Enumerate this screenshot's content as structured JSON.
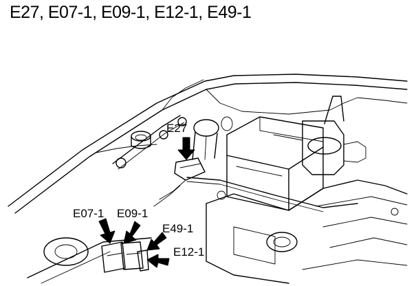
{
  "title": "E27, E07-1, E09-1, E12-1, E49-1",
  "labels": {
    "e27": "E27",
    "e07": "E07-1",
    "e09": "E09-1",
    "e49": "E49-1",
    "e12": "E12-1"
  }
}
